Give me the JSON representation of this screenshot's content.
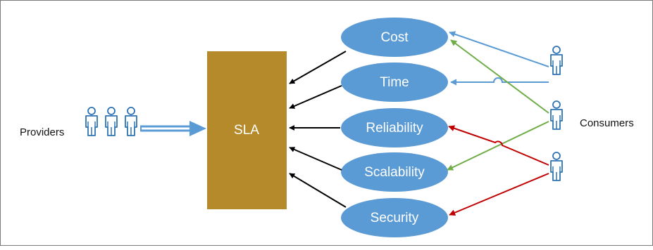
{
  "sla": {
    "label": "SLA"
  },
  "attributes": [
    {
      "id": "cost",
      "label": "Cost"
    },
    {
      "id": "time",
      "label": "Time"
    },
    {
      "id": "reliability",
      "label": "Reliability"
    },
    {
      "id": "scalability",
      "label": "Scalability"
    },
    {
      "id": "security",
      "label": "Security"
    }
  ],
  "providers": {
    "label": "Providers"
  },
  "consumers": {
    "label": "Consumers"
  },
  "colors": {
    "sla_fill": "#b58a2a",
    "attribute_fill": "#5b9bd5",
    "person_stroke": "#2e74b5",
    "arrow_black": "#000000",
    "arrow_blue": "#5b9bd5",
    "arrow_green": "#70ad47",
    "arrow_red": "#c00000"
  }
}
